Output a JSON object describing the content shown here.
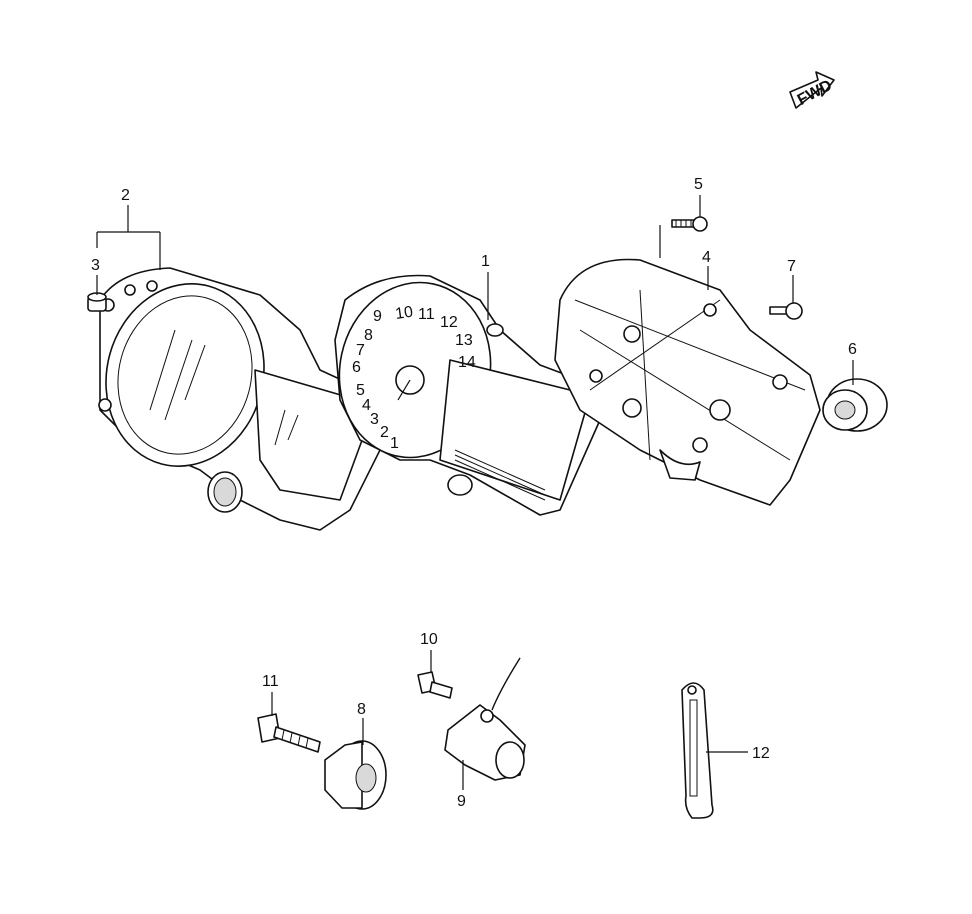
{
  "fwd_label": "FWD",
  "callouts": [
    {
      "id": "1",
      "text": "1"
    },
    {
      "id": "2",
      "text": "2"
    },
    {
      "id": "3",
      "text": "3"
    },
    {
      "id": "4",
      "text": "4"
    },
    {
      "id": "5",
      "text": "5"
    },
    {
      "id": "6",
      "text": "6"
    },
    {
      "id": "7",
      "text": "7"
    },
    {
      "id": "8",
      "text": "8"
    },
    {
      "id": "9",
      "text": "9"
    },
    {
      "id": "10",
      "text": "10"
    },
    {
      "id": "11",
      "text": "11"
    },
    {
      "id": "12",
      "text": "12"
    }
  ],
  "gauge_numbers": [
    "1",
    "2",
    "3",
    "4",
    "5",
    "6",
    "7",
    "8",
    "9",
    "10",
    "11",
    "12",
    "13",
    "14"
  ]
}
